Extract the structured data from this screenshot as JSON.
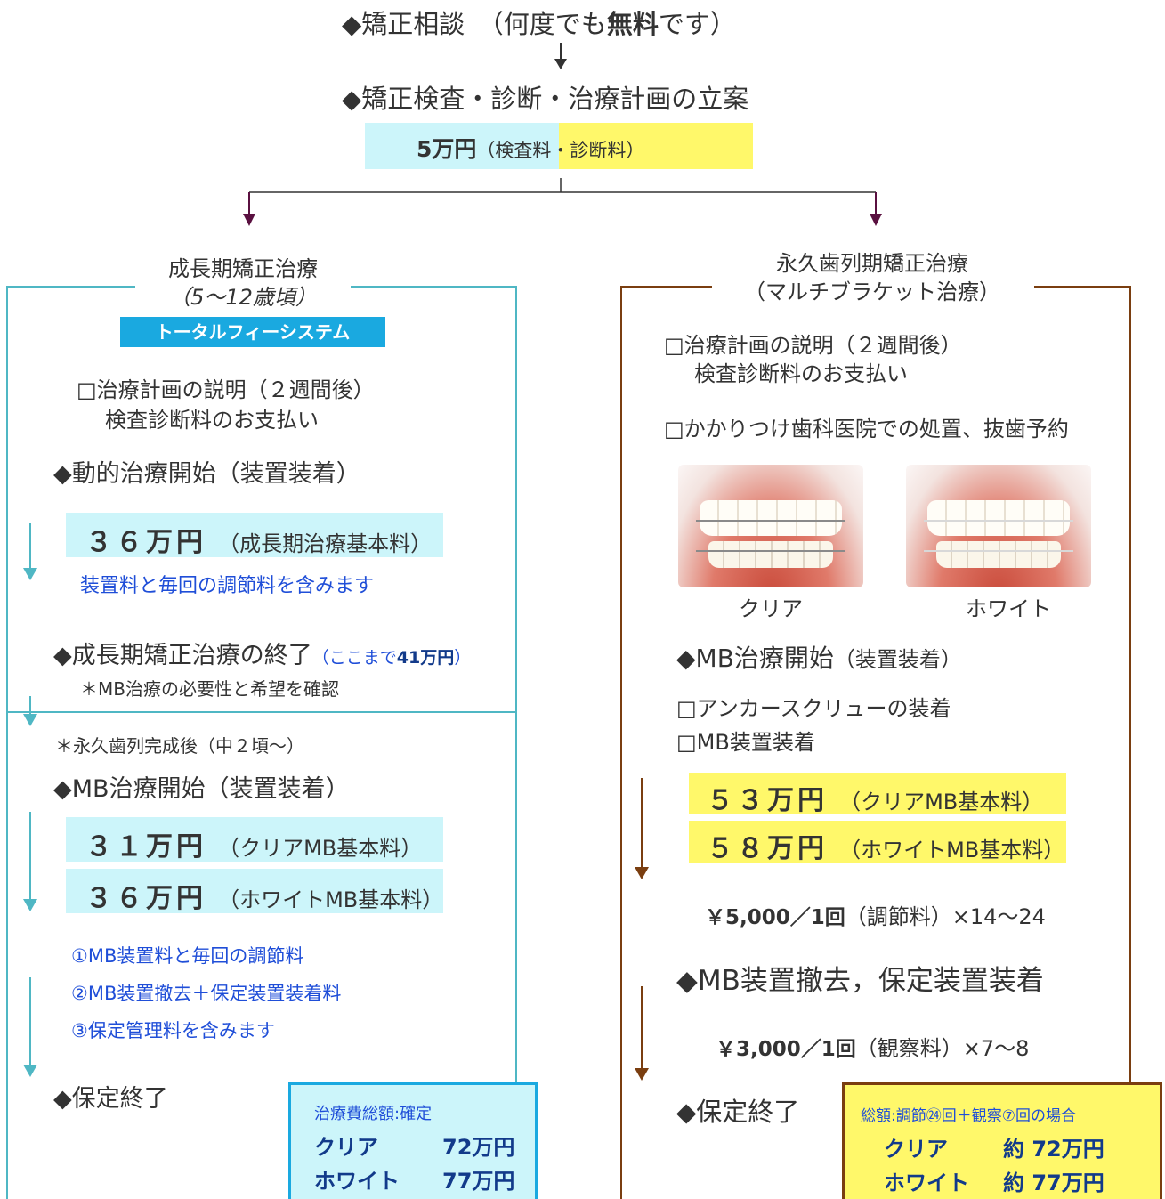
{
  "top": {
    "consult_pre": "◆矯正相談　（何度でも",
    "consult_bold": "無料",
    "consult_post": "です）",
    "exam": "◆矯正検査・診断・治療計画の立案",
    "fee_amount": "5万円",
    "fee_note": "（検査料・診断料）"
  },
  "left": {
    "title1": "成長期矯正治療",
    "title2": "（5〜12歳頃）",
    "badge": "トータルフィーシステム",
    "plan1": "□治療計画の説明（２週間後）",
    "plan2": "検査診断料のお支払い",
    "start": "◆動的治療開始（装置装着）",
    "price36": "３６万円",
    "price36_note": "（成長期治療基本料）",
    "includes": "装置料と毎回の調節料を含みます",
    "end_main": "◆成長期矯正治療の終了",
    "end_paren_open": "（",
    "end_upto": "ここまで",
    "end_amount": "41万円",
    "end_paren_close": "）",
    "confirm": "＊MB治療の必要性と希望を確認",
    "after": "＊永久歯列完成後（中２頃〜）",
    "mb_start": "◆MB治療開始（装置装着）",
    "price31": "３１万円",
    "price31_note": "（クリアMB基本料）",
    "price36w": "３６万円",
    "price36w_note": "（ホワイトMB基本料）",
    "inc1": "①MB装置料と毎回の調節料",
    "inc2": "②MB装置撤去＋保定装置装着料",
    "inc3": "③保定管理料を含みます",
    "retain_end": "◆保定終了",
    "total_title": "治療費総額:確定",
    "total_clear_label": "クリア",
    "total_clear": "72万円",
    "total_white_label": "ホワイト",
    "total_white": "77万円"
  },
  "right": {
    "title1": "永久歯列期矯正治療",
    "title2": "（マルチブラケット治療）",
    "plan1": "□治療計画の説明（２週間後）",
    "plan2": "検査診断料のお支払い",
    "clinic": "□かかりつけ歯科医院での処置、抜歯予約",
    "img_clear_caption": "クリア",
    "img_white_caption": "ホワイト",
    "mb_start_main": "◆MB治療開始",
    "mb_start_note": "（装置装着）",
    "anchor": "□アンカースクリューの装着",
    "mb_attach": "□MB装置装着",
    "price53": "５３万円",
    "price53_note": "（クリアMB基本料）",
    "price58": "５８万円",
    "price58_note": "（ホワイトMB基本料）",
    "adjust_fee": "￥5,000／1回",
    "adjust_note": "（調節料）×14〜24",
    "removal": "◆MB装置撤去，保定装置装着",
    "observe_fee": "￥3,000／1回",
    "observe_note": "（観察料）×7〜8",
    "retain_end": "◆保定終了",
    "total_title": "総額:調節㉔回＋観察⑦回の場合",
    "total_clear_label": "クリア",
    "total_clear": "約 72万円",
    "total_white_label": "ホワイト",
    "total_white": "約 77万円"
  }
}
